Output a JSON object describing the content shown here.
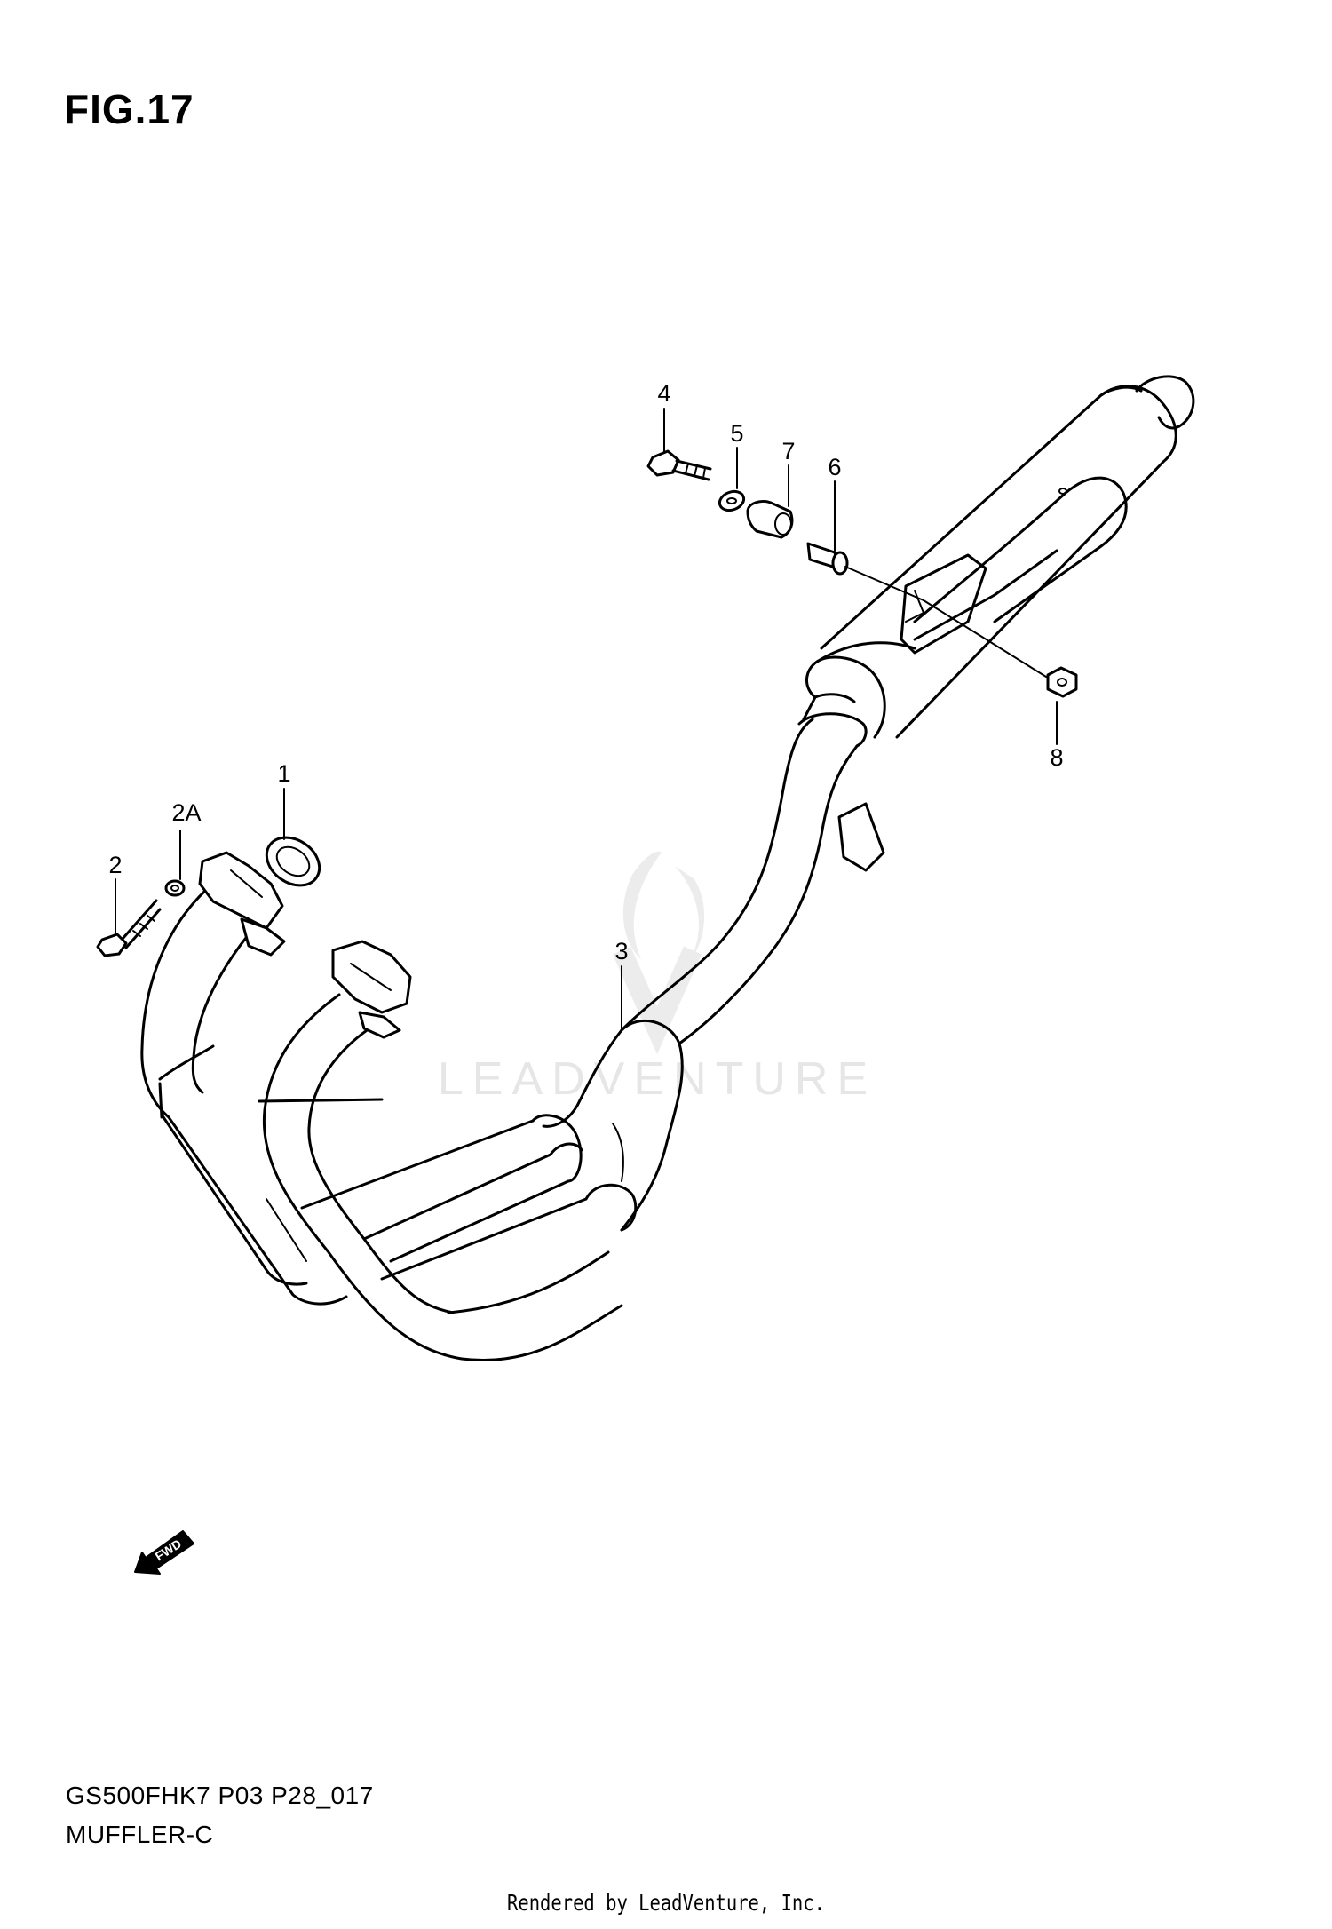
{
  "figure": {
    "title": "FIG.17"
  },
  "callouts": [
    {
      "id": "1",
      "label": "1",
      "part": "gasket"
    },
    {
      "id": "2",
      "label": "2",
      "part": "bolt"
    },
    {
      "id": "2A",
      "label": "2A",
      "part": "washer"
    },
    {
      "id": "3",
      "label": "3",
      "part": "muffler-assembly"
    },
    {
      "id": "4",
      "label": "4",
      "part": "bolt"
    },
    {
      "id": "5",
      "label": "5",
      "part": "washer"
    },
    {
      "id": "6",
      "label": "6",
      "part": "collar"
    },
    {
      "id": "7",
      "label": "7",
      "part": "cushion"
    },
    {
      "id": "8",
      "label": "8",
      "part": "nut"
    }
  ],
  "watermark": {
    "text": "LEADVENTURE",
    "color": "#e6e6e6"
  },
  "direction_badge": {
    "text": "FWD",
    "icon": "fwd-arrow-icon"
  },
  "reference": {
    "code": "GS500FHK7 P03 P28_017",
    "name": "MUFFLER-C"
  },
  "footer": {
    "text": "Rendered by LeadVenture, Inc."
  }
}
